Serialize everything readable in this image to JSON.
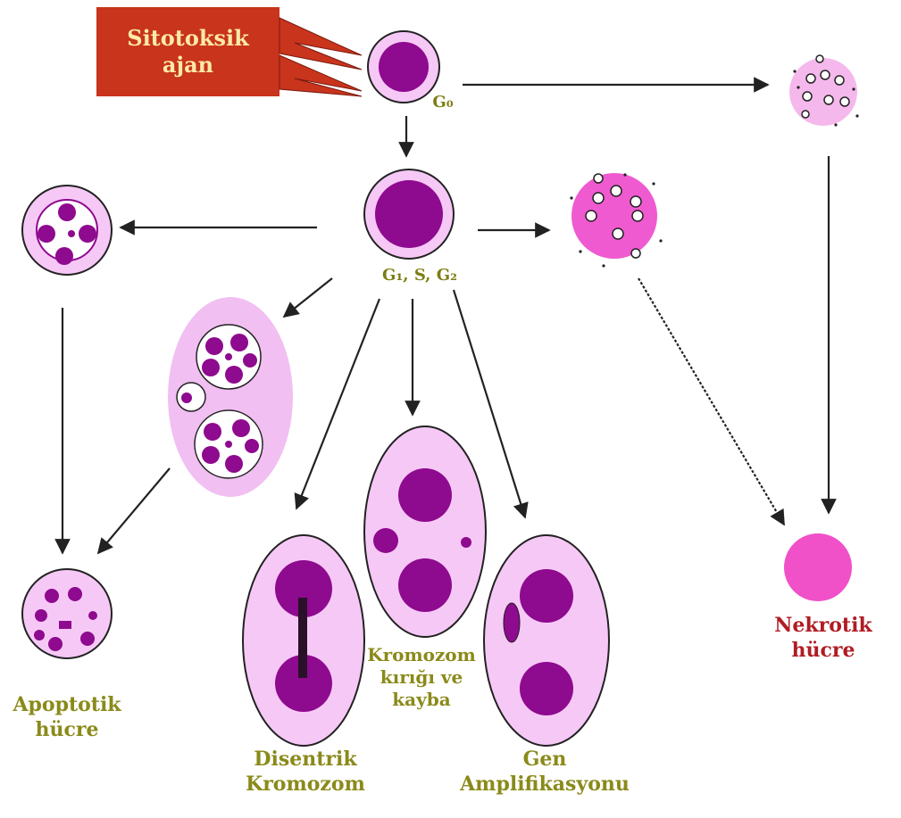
{
  "agent": {
    "label": "Sitotoksik\najan"
  },
  "phases": {
    "g0": "G₀",
    "cycle": "G₁, S, G₂"
  },
  "labels": {
    "apoptotic": "Apoptotik\nhücre",
    "necrotic": "Nekrotik\nhücre",
    "dicentric": "Disentrik\nKromozom",
    "chromosome_breaks": "Kromozom\nkırığı ve\nkayba",
    "gene_amplification": "Gen\nAmplifikasyonu"
  },
  "colors": {
    "nucleus": "#8e0a8e",
    "cytoplasm": "#f6c8f6",
    "necrotic": "#f060c8",
    "agent_box": "#c8341c",
    "label_text": "#8a8a1a",
    "necrotic_label": "#b01c24"
  }
}
